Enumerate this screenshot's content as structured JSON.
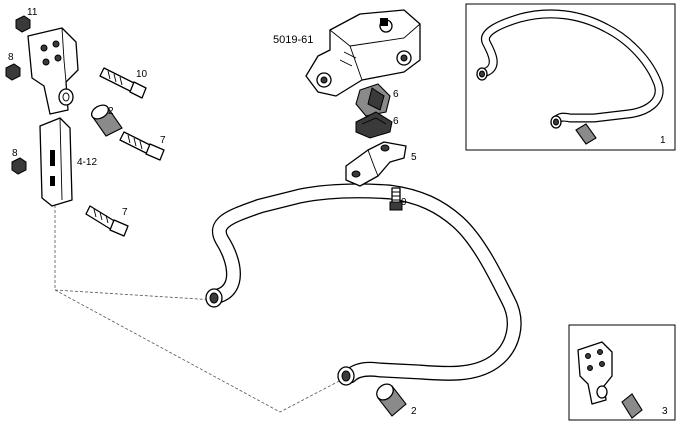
{
  "reference": "5019-61",
  "callouts": {
    "c11": "11",
    "c8a": "8",
    "c10": "10",
    "c2a": "2",
    "c7a": "7",
    "c8b": "8",
    "c4_12": "4-12",
    "c7b": "7",
    "c6a": "6",
    "c6b": "6",
    "c5": "5",
    "c9": "9",
    "c2b": "2",
    "inset1": "1",
    "inset3": "3"
  }
}
